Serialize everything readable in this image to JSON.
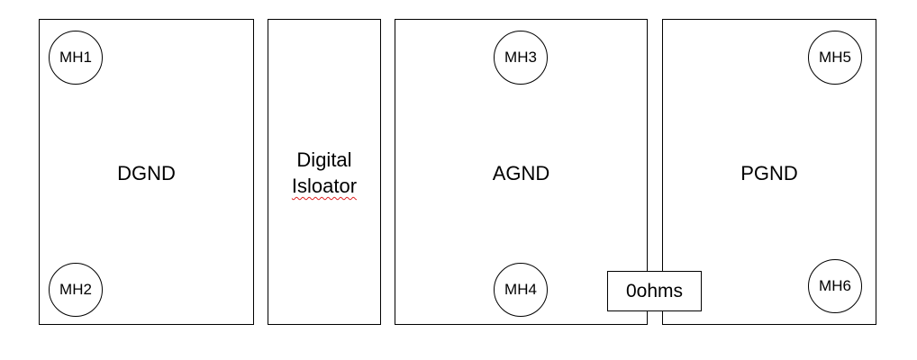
{
  "regions": {
    "dgnd": {
      "label": "DGND"
    },
    "isolator": {
      "line1": "Digital",
      "line2": "Isloator"
    },
    "agnd": {
      "label": "AGND"
    },
    "pgnd": {
      "label": "PGND"
    }
  },
  "mounting_holes": {
    "mh1": "MH1",
    "mh2": "MH2",
    "mh3": "MH3",
    "mh4": "MH4",
    "mh5": "MH5",
    "mh6": "MH6"
  },
  "bridge": {
    "label": "0ohms"
  }
}
